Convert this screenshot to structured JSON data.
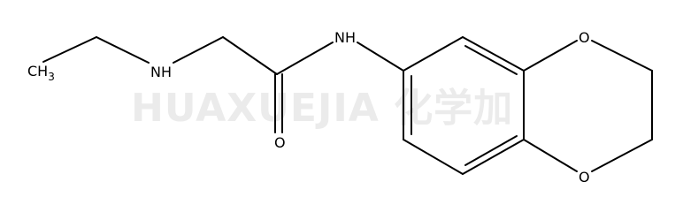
{
  "molecule": {
    "atoms": {
      "methyl": {
        "main": "CH",
        "sub": "3"
      },
      "amine_n": "NH",
      "amide_n": "NH",
      "carbonyl_o": "O",
      "ring_o_top": "O",
      "ring_o_bottom": "O"
    }
  },
  "watermark": "HUAXUEJIA 化学加",
  "colors": {
    "bond": "#000000",
    "text": "#000000",
    "watermark": "#ebebeb",
    "background": "#ffffff"
  }
}
